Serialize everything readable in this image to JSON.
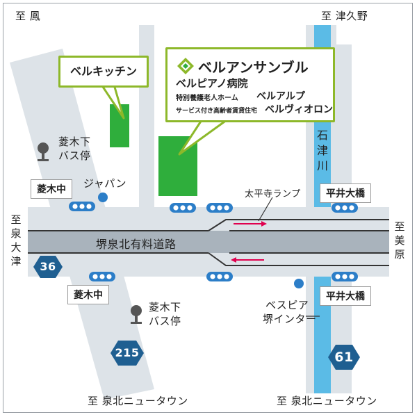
{
  "directions": {
    "top_left": "至 鳳",
    "top_right": "至 津久野",
    "left_chars": [
      "至",
      "泉",
      "大",
      "津"
    ],
    "right_chars": [
      "至",
      "美",
      "原"
    ],
    "bottom_left": "至 泉北ニュータウン",
    "bottom_right": "至 泉北ニュータウン"
  },
  "river": {
    "chars": [
      "石",
      "津",
      "川"
    ],
    "color": "#5bbbe6"
  },
  "expressway": {
    "name": "堺泉北有料道路"
  },
  "routes": {
    "r36": "36",
    "r215": "215",
    "r61": "61",
    "color": "#1f5f91"
  },
  "intersections": {
    "hishiki_top": "菱木中",
    "hishiki_bottom": "菱木中",
    "hirai_top": "平井大橋",
    "hirai_bottom": "平井大橋"
  },
  "bus_stops": {
    "top": [
      "菱木下",
      "バス停"
    ],
    "bottom": [
      "菱木下",
      "バス停"
    ]
  },
  "landmarks": {
    "japan": "ジャパン",
    "taiheiji_ramp": "太平寺ランプ",
    "vespia": [
      "ベスピア",
      "堺インター"
    ]
  },
  "callout_kitchen": {
    "title": "ベルキッチン"
  },
  "callout_main": {
    "brand": "ベルアンサンブル",
    "hospital": "ベルピアノ病院",
    "home_prefix": "特別養護老人ホーム",
    "home_name": "ベルアルプ",
    "housing_prefix": "サービス付き高齢者賃貸住宅",
    "housing_name": "ベルヴィオロン"
  },
  "colors": {
    "road": "#dde3e8",
    "expressway": "#a9b3bc",
    "green": "#2fae3c",
    "callout_border": "#8db82a",
    "arrow": "#e0004e",
    "dot_blue": "#2c7ec8"
  }
}
